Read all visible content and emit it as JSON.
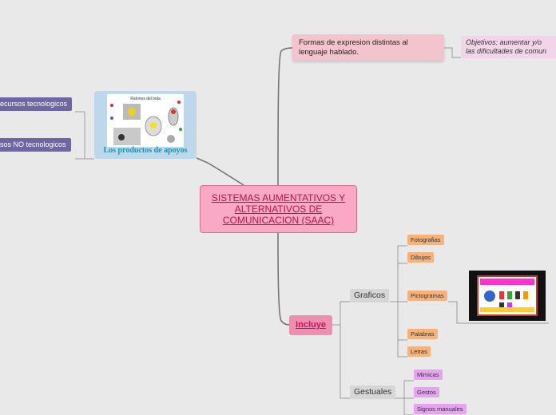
{
  "central": {
    "title": "SISTEMAS AUMENTATIVOS Y ALTERNATIVOS DE COMUNICACION (SAAC)"
  },
  "formas": {
    "text": "Formas de expresion distintas al lenguaje hablado."
  },
  "objetivos": {
    "line1": "Objetivos: aumentar y/o",
    "line2": "las dificultades de comun"
  },
  "productos": {
    "image_title": "Ratones del bola",
    "caption": "Los productos de apoyos"
  },
  "recursos": {
    "tec": "ecursos tecnologicos",
    "notec": "sos NO tecnologicos"
  },
  "incluye": {
    "label": "Incluye"
  },
  "graficos": {
    "label": "Graficos",
    "items": [
      "Fotografias",
      "Dibujos",
      "Pictogramas",
      "Palabras",
      "Letras"
    ]
  },
  "gestuales": {
    "label": "Gestuales",
    "items": [
      "Mimicas",
      "Gestos",
      "Signos manuales"
    ]
  },
  "colors": {
    "central": "#f9a9c6",
    "formas": "#f1c4ce",
    "recursos": "#6f67a2",
    "incluye": "#ec8fb0",
    "leaf_orange": "#f6b27a",
    "leaf_purple": "#e6a3f0",
    "line": "#777777"
  }
}
